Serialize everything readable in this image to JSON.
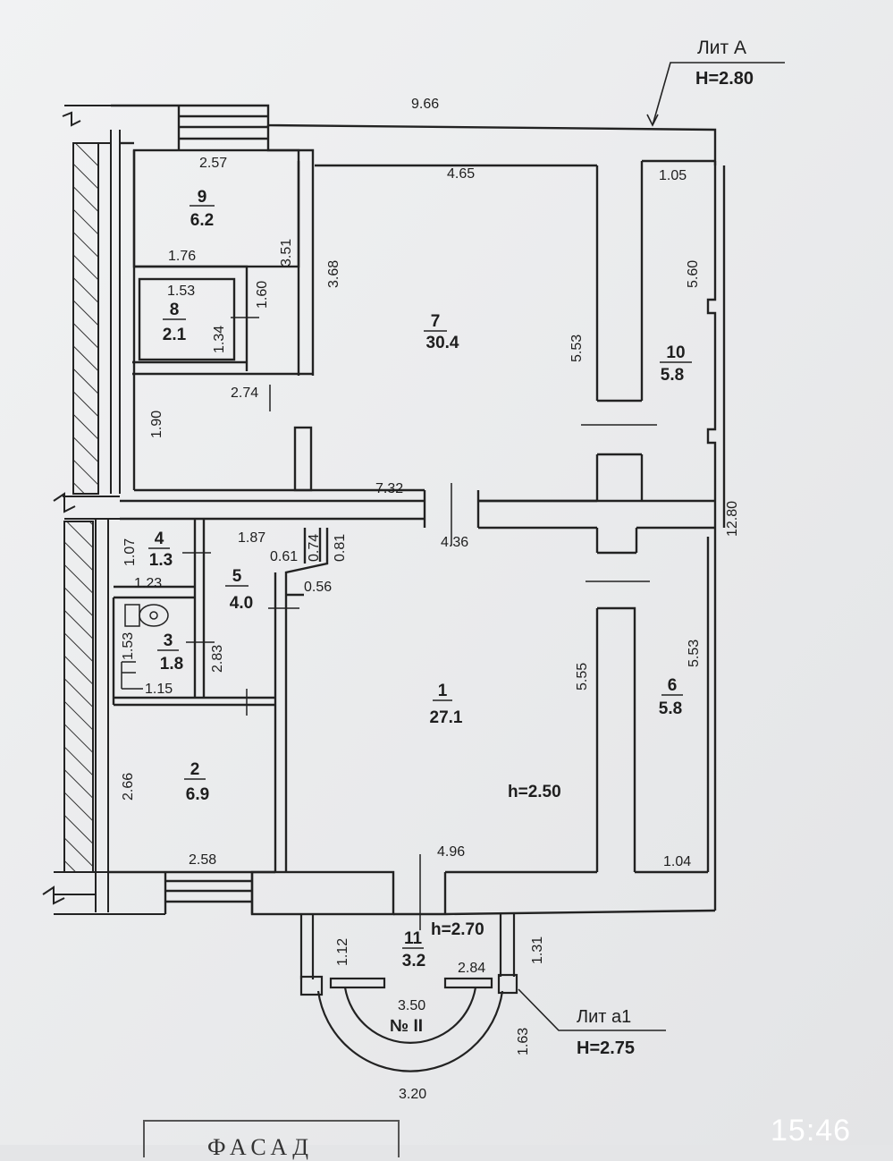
{
  "building": {
    "main_label": "Лит А",
    "main_height": "H=2.80",
    "annex_label": "Лит а1",
    "annex_height": "H=2.75",
    "unit_label": "№ II"
  },
  "rooms": [
    {
      "num": "1",
      "area": "27.1"
    },
    {
      "num": "2",
      "area": "6.9"
    },
    {
      "num": "3",
      "area": "1.8"
    },
    {
      "num": "4",
      "area": "1.3"
    },
    {
      "num": "5",
      "area": "4.0"
    },
    {
      "num": "6",
      "area": "5.8"
    },
    {
      "num": "7",
      "area": "30.4"
    },
    {
      "num": "8",
      "area": "2.1"
    },
    {
      "num": "9",
      "area": "6.2"
    },
    {
      "num": "10",
      "area": "5.8"
    },
    {
      "num": "11",
      "area": "3.2"
    }
  ],
  "ceiling": {
    "room1": "h=2.50",
    "room11": "h=2.70"
  },
  "dimensions": {
    "top_width": "9.66",
    "r9_w": "2.57",
    "r9_d": "3.51",
    "r7_w": "4.65",
    "r7_d1": "3.68",
    "r7_d2": "5.53",
    "r10_w": "1.05",
    "r10_d": "5.60",
    "r8_o": "1.76",
    "r8_w": "1.53",
    "r8_d": "1.60",
    "r8_d2": "1.34",
    "hall_w": "2.74",
    "hall_d": "1.90",
    "wall_7_32": "7.32",
    "r4_d": "1.07",
    "r5_w": "1.87",
    "r5_a": "0.74",
    "r5_b": "0.81",
    "r5_c": "0.61",
    "r5_e": "0.56",
    "r1_w": "4.36",
    "r4_w": "1.23",
    "r3_d": "1.53",
    "r5_d": "2.83",
    "r3_w": "1.15",
    "r1_d": "5.55",
    "r6_d": "5.53",
    "total_h": "12.80",
    "r2_d": "2.66",
    "r2_w": "2.58",
    "r1_bw": "4.96",
    "r6_w": "1.04",
    "r11_a": "1.12",
    "r11_b": "1.31",
    "r11_c": "2.84",
    "r11_d": "3.50",
    "r11_e": "1.63",
    "r11_f": "3.20"
  },
  "footer": {
    "facade": "ФАСАД",
    "clock": "15:46"
  }
}
